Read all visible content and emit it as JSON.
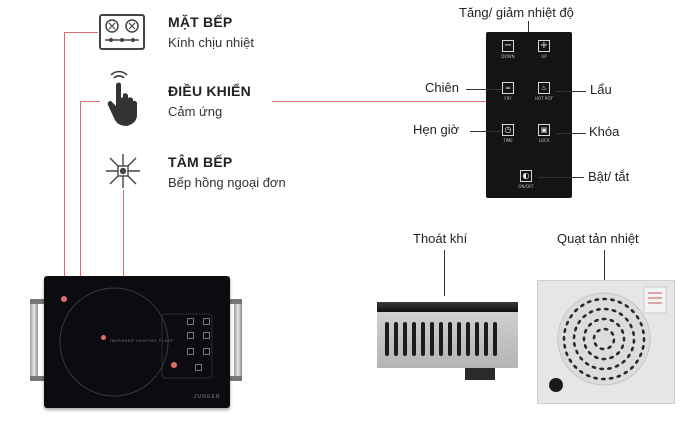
{
  "features": [
    {
      "title": "MẶT BẾP",
      "subtitle": "Kính chịu nhiệt",
      "icon": "cooktop-icon"
    },
    {
      "title": "ĐIỀU KHIỂN",
      "subtitle": "Cảm ứng",
      "icon": "touch-hand-icon"
    },
    {
      "title": "TÂM BẾP",
      "subtitle": "Bếp hồng ngoại đơn",
      "icon": "burner-center-icon"
    }
  ],
  "panel_callouts": {
    "temp": "Tăng/ giảm nhiệt độ",
    "fry": "Chiên",
    "hotpot": "Lẩu",
    "timer": "Hẹn giờ",
    "lock": "Khóa",
    "power": "Bật/ tắt"
  },
  "panel_buttons": {
    "down": "DOWN",
    "up": "UP",
    "fry": "FRY",
    "hotpot": "HOT POT",
    "time": "TIME",
    "lock": "LOCK",
    "onoff": "ON/OFF"
  },
  "detail_labels": {
    "vent": "Thoát khí",
    "fan": "Quạt tản nhiệt"
  },
  "stove": {
    "brand": "JUNGER",
    "center_text": "INFRARED HEATING PLATE"
  },
  "colors": {
    "callout_line": "#e26b6b",
    "panel": "#141414",
    "stove_glass": "#0c0c10"
  }
}
